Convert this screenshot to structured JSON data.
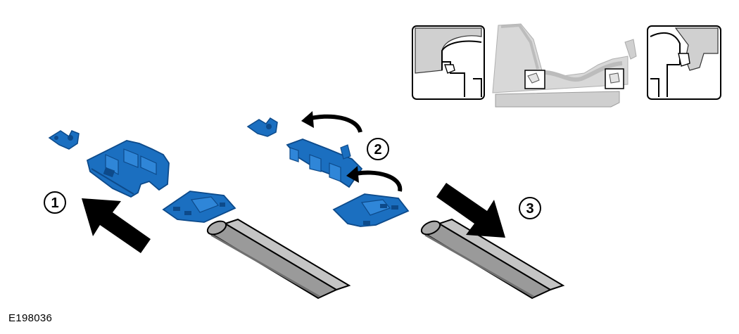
{
  "figure": {
    "reference_code": "E198036",
    "steps": [
      {
        "number": "1"
      },
      {
        "number": "2"
      },
      {
        "number": "3"
      }
    ],
    "colors": {
      "part_blue": "#1b6fc0",
      "part_blue_dark": "#0d4a8a",
      "rail_gray": "#9a9a9a",
      "detail_gray": "#c8c8c8",
      "arrow": "#000000"
    }
  }
}
